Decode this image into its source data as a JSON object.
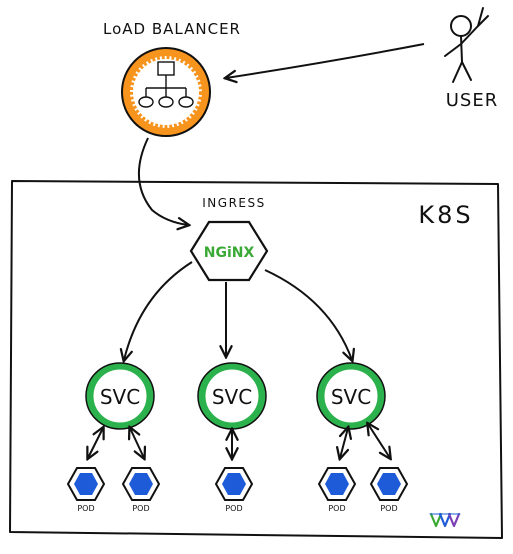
{
  "labels": {
    "load_balancer": "LoAD BALANCER",
    "user": "USER",
    "cluster": "K8S",
    "ingress": "INGRESS",
    "nginx": "NGiNX",
    "svc": "SVC",
    "pod": "POD"
  },
  "colors": {
    "ink": "#111111",
    "load_balancer_fill": "#f7941d",
    "nginx_text": "#3aa935",
    "svc_ring": "#2bb24c",
    "pod_fill": "#1e5bd8"
  },
  "icons": {
    "load_balancer": "network-tree-icon",
    "user": "stick-figure-icon",
    "pod": "hexagon-icon",
    "corner_logo": "zigzag-logo"
  }
}
